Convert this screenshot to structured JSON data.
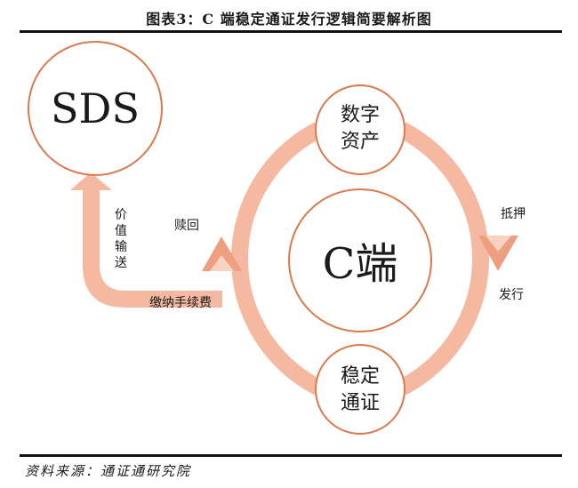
{
  "header": {
    "title": "图表3：C 端稳定通证发行逻辑简要解析图"
  },
  "nodes": {
    "sds": "SDS",
    "digital_asset_line1": "数字",
    "digital_asset_line2": "资产",
    "center": "C端",
    "stable_token_line1": "稳定",
    "stable_token_line2": "通证"
  },
  "edge_labels": {
    "pledge": "抵押",
    "issue": "发行",
    "redeem": "赎回",
    "pay_fee": "缴纳手续费",
    "value_transfer": [
      "价",
      "值",
      "输",
      "送"
    ]
  },
  "colors": {
    "node_border": "#d97a4c",
    "arrow_fill": "#f4b9a0",
    "arrow_fill_dark": "#ee9f80"
  },
  "footer": {
    "source": "资料来源：通证通研究院"
  }
}
